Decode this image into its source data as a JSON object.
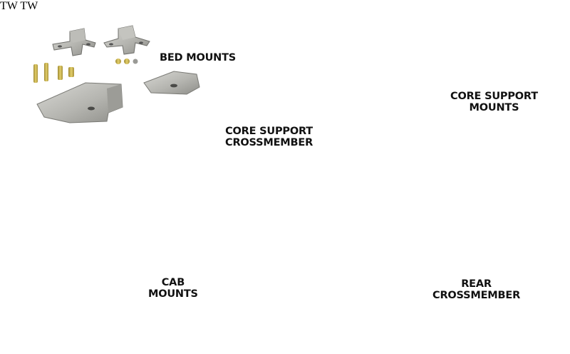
{
  "labels": {
    "bed_mounts": [
      "BED MOUNTS"
    ],
    "core_support_mounts": [
      "CORE SUPPORT",
      "MOUNTS"
    ],
    "core_support_crossmember": [
      "CORE SUPPORT",
      "CROSSMEMBER"
    ],
    "cab_mounts": [
      "CAB",
      "MOUNTS"
    ],
    "rear_crossmember": [
      "REAR",
      "CROSSMEMBER"
    ]
  },
  "brand_mark": "TW",
  "colors": {
    "background": "#ffffff",
    "steel_light": "#c9c9c4",
    "steel_mid": "#a9a9a4",
    "steel_dark": "#6f6f6b",
    "weld_dark": "#3a3a38",
    "zinc_gold": "#c9b24a",
    "label_text": "#111111"
  }
}
